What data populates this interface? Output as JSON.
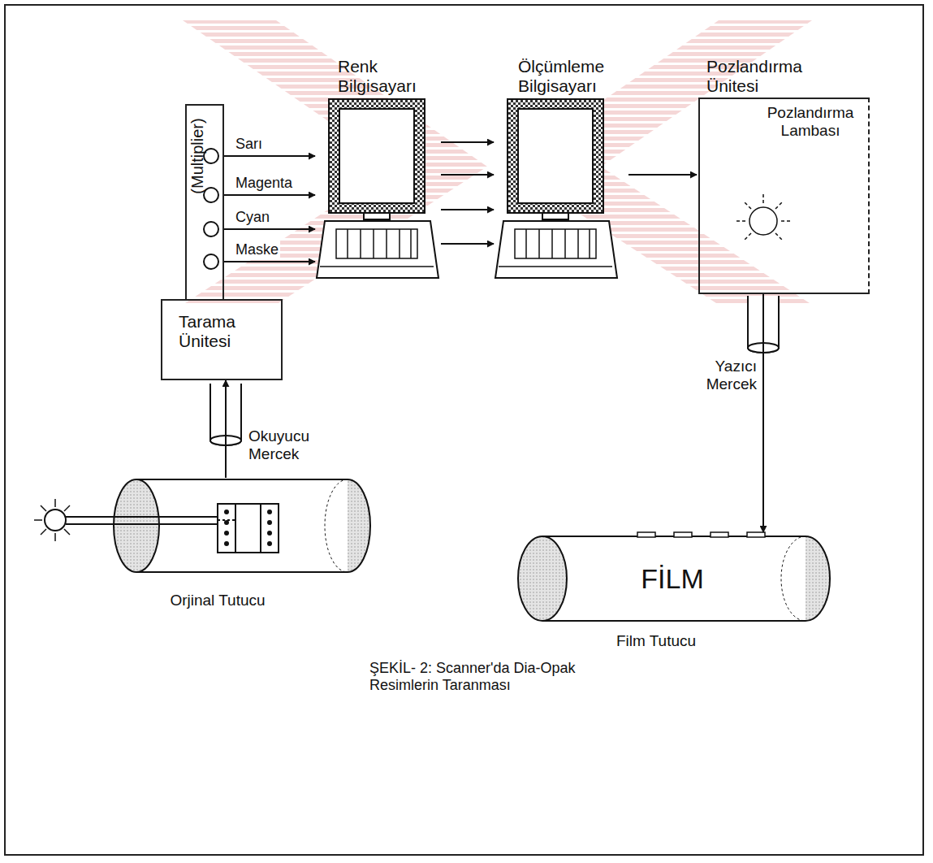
{
  "diagram": {
    "caption": "ŞEKİL- 2: Scanner'da Dia-Opak Resimlerin Taranması",
    "nodes": [
      {
        "text": [
          "(Multiplier)"
        ]
      },
      {
        "text": [
          "Tarama Ünitesi"
        ]
      },
      {
        "text": [
          "Renk Bilgisayarı"
        ]
      },
      {
        "text": [
          "Ölçümleme Bilgisayarı"
        ]
      },
      {
        "text": [
          "Pozlandırma Ünitesi",
          "Pozlandırma Lambası"
        ]
      },
      {
        "text": [
          "Orjinal Tutucu"
        ]
      },
      {
        "text": [
          "FİLM",
          "Film Tutucu"
        ]
      }
    ],
    "edges": [
      {
        "from": 0,
        "to": 2,
        "label": "Sarı",
        "arrow": "to"
      },
      {
        "from": 0,
        "to": 2,
        "label": "Magenta",
        "arrow": "to"
      },
      {
        "from": 0,
        "to": 2,
        "label": "Cyan",
        "arrow": "to"
      },
      {
        "from": 0,
        "to": 2,
        "label": "Maske",
        "arrow": "to"
      },
      {
        "from": 2,
        "to": 3,
        "arrow": "to"
      },
      {
        "from": 2,
        "to": 3,
        "arrow": "to"
      },
      {
        "from": 2,
        "to": 3,
        "arrow": "to"
      },
      {
        "from": 2,
        "to": 3,
        "arrow": "to"
      },
      {
        "from": 3,
        "to": 4,
        "arrow": "to"
      },
      {
        "from": 5,
        "to": 1,
        "arrow": "to"
      },
      {
        "from": 4,
        "to": 6,
        "arrow": "to"
      }
    ],
    "labels": [
      "Okuyucu Mercek",
      "Yazıcı Mercek"
    ]
  }
}
